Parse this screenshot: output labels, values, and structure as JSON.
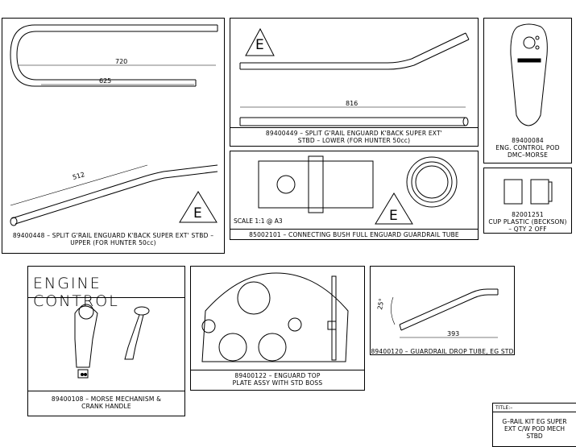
{
  "panels": {
    "upper": {
      "caption": "89400448 – SPLIT G'RAIL ENGUARD K'BACK SUPER EXT' STBD –\nUPPER (FOR HUNTER 50cc)",
      "dim_a": "720",
      "dim_b": "625",
      "dim_c": "512",
      "mark": "E"
    },
    "lower": {
      "caption": "89400449 – SPLIT G'RAIL ENGUARD K'BACK SUPER EXT'\nSTBD – LOWER (FOR HUNTER 50cc)",
      "dim_a": "816",
      "mark": "E"
    },
    "pod": {
      "caption": "89400084\nENG. CONTROL POD\nDMC–MORSE"
    },
    "bush": {
      "caption": "85002101 – CONNECTING BUSH FULL ENGUARD GUARDRAIL TUBE",
      "scale": "SCALE 1:1 @ A3",
      "mark": "E"
    },
    "cup": {
      "caption": "82001251\nCUP PLASTIC (BECKSON)\n– QTY 2 OFF"
    },
    "engine": {
      "heading": "ENGINE CONTROL",
      "caption": "89400108 – MORSE MECHANISM &\nCRANK HANDLE"
    },
    "plate": {
      "caption": "89400122 – ENGUARD TOP\nPLATE ASSY WITH STD BOSS"
    },
    "drop": {
      "caption": "89400120 – GUARDRAIL DROP TUBE, EG STD",
      "dim_a": "25°",
      "dim_b": "393"
    }
  },
  "title_block": {
    "label": "TITLE:–",
    "text": "G–RAIL KIT EG SUPER\nEXT C/W POD MECH\nSTBD"
  }
}
